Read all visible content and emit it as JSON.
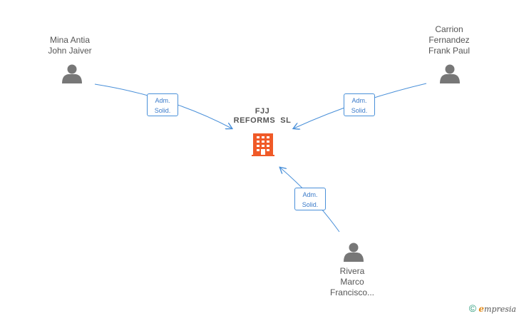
{
  "company": {
    "name_line1": "FJJ",
    "name_line2": "REFORMS  SL",
    "icon": "building-icon",
    "color": "#f05a28"
  },
  "persons": [
    {
      "line1": "Mina Antia",
      "line2": "John Jaiver",
      "line3": "",
      "icon": "person-icon"
    },
    {
      "line1": "Carrion",
      "line2": "Fernandez",
      "line3": "Frank Paul",
      "icon": "person-icon"
    },
    {
      "line1": "Rivera",
      "line2": "Marco",
      "line3": "Francisco...",
      "icon": "person-icon"
    }
  ],
  "relations": [
    {
      "line1": "Adm.",
      "line2": "Solid."
    },
    {
      "line1": "Adm.",
      "line2": "Solid."
    },
    {
      "line1": "Adm.",
      "line2": "Solid."
    }
  ],
  "colors": {
    "edge": "#4a90d9",
    "person": "#777777",
    "text": "#555555"
  },
  "brand": {
    "copyright": "©",
    "e": "e",
    "rest": "mpresia"
  }
}
